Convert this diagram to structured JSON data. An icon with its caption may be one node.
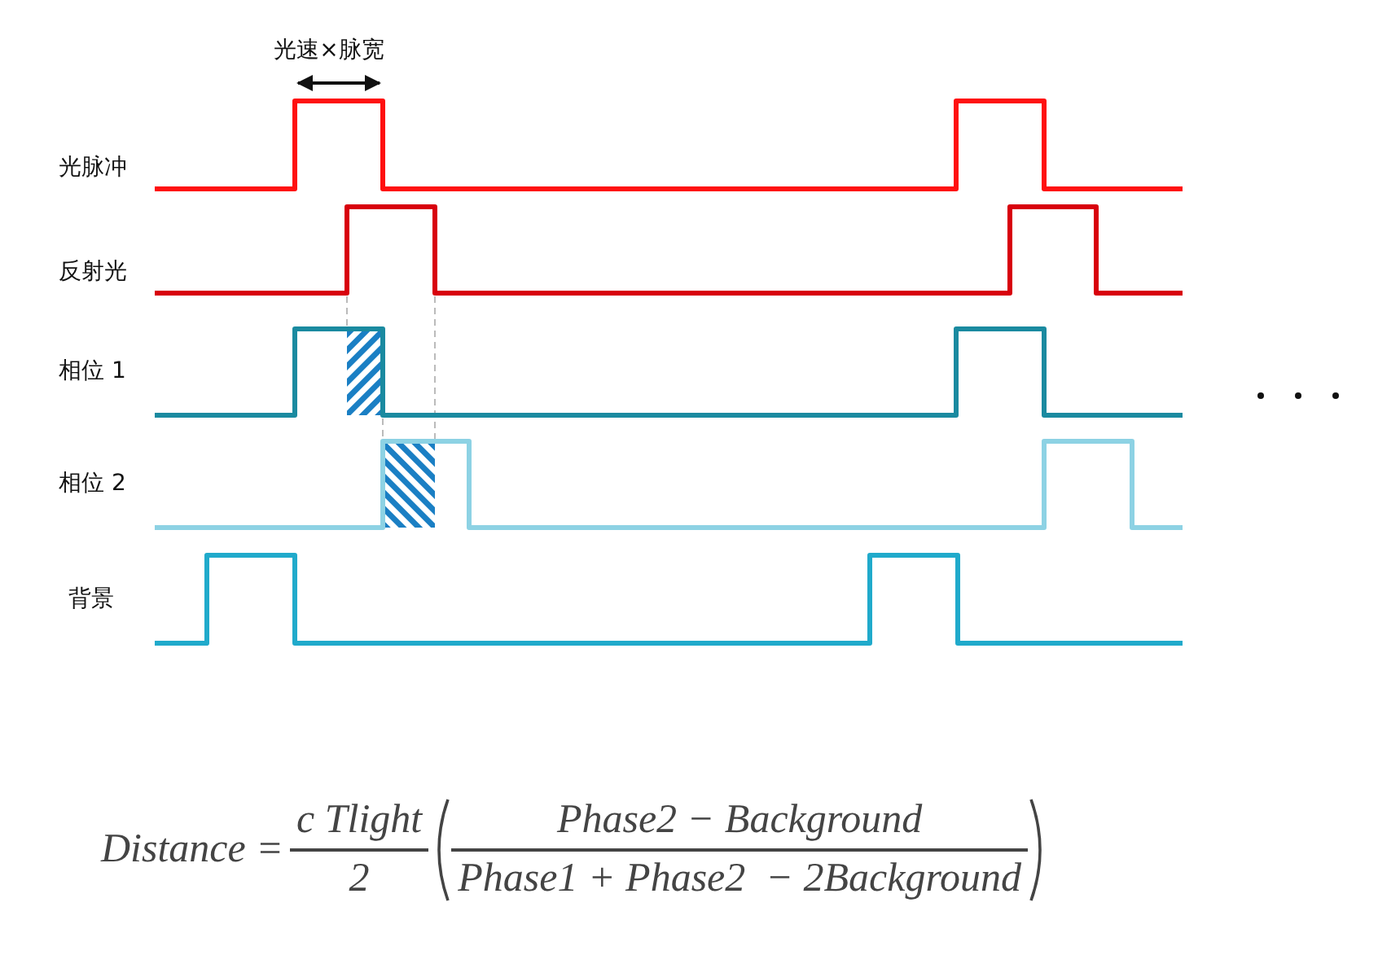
{
  "diagram": {
    "labels": [
      "光速×脉宽",
      "光脉冲",
      "反射光",
      "相位 1",
      "相位 2",
      "背景",
      "Distance =",
      "c Tlight",
      "2",
      "Phase2 − Background",
      "Phase1 + Phase2  − 2Background"
    ]
  }
}
